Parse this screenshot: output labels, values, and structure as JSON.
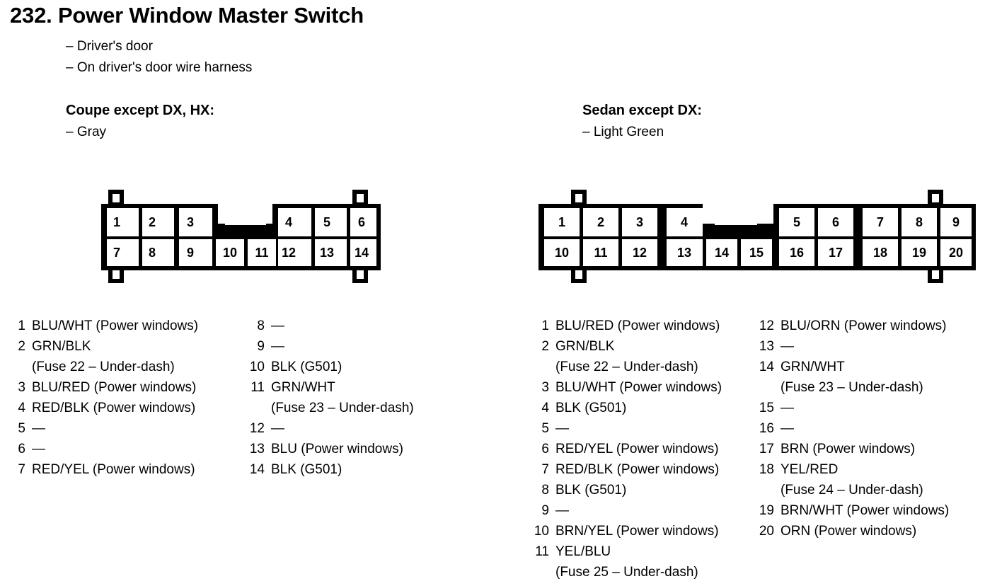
{
  "page": {
    "number": "232.",
    "title": "232.  Power Window Master Switch",
    "notes": [
      "– Driver's door",
      "– On driver's door wire harness"
    ]
  },
  "variants": {
    "coupe": {
      "title": "Coupe except DX, HX:",
      "color": "– Gray",
      "connector": {
        "pin_count": 14,
        "top_row": [
          "1",
          "2",
          "3",
          "",
          "4",
          "5",
          "6"
        ],
        "bottom_row": [
          "7",
          "8",
          "9",
          "10",
          "11",
          "12",
          "13",
          "14"
        ]
      }
    },
    "sedan": {
      "title": "Sedan except DX:",
      "color": "– Light Green",
      "connector": {
        "pin_count": 20,
        "top_row": [
          "1",
          "2",
          "3",
          "4",
          "",
          "5",
          "6",
          "7",
          "8",
          "9"
        ],
        "bottom_row": [
          "10",
          "11",
          "12",
          "13",
          "14",
          "15",
          "16",
          "17",
          "18",
          "19",
          "20"
        ]
      }
    }
  },
  "legends": {
    "coupe_col_a": [
      {
        "num": "1",
        "desc": "BLU/WHT (Power windows)"
      },
      {
        "num": "2",
        "desc": "GRN/BLK"
      },
      {
        "num": "",
        "desc": "(Fuse 22 – Under-dash)",
        "cont": true
      },
      {
        "num": "3",
        "desc": "BLU/RED (Power windows)"
      },
      {
        "num": "4",
        "desc": "RED/BLK (Power windows)"
      },
      {
        "num": "5",
        "desc": "—"
      },
      {
        "num": "6",
        "desc": "—"
      },
      {
        "num": "7",
        "desc": "RED/YEL (Power windows)"
      }
    ],
    "coupe_col_b": [
      {
        "num": "8",
        "desc": "—"
      },
      {
        "num": "9",
        "desc": "—"
      },
      {
        "num": "10",
        "desc": "BLK (G501)"
      },
      {
        "num": "11",
        "desc": "GRN/WHT"
      },
      {
        "num": "",
        "desc": "(Fuse 23 – Under-dash)",
        "cont": true
      },
      {
        "num": "12",
        "desc": "—"
      },
      {
        "num": "13",
        "desc": "BLU (Power windows)"
      },
      {
        "num": "14",
        "desc": "BLK (G501)"
      }
    ],
    "sedan_col_a": [
      {
        "num": "1",
        "desc": "BLU/RED (Power windows)"
      },
      {
        "num": "2",
        "desc": "GRN/BLK"
      },
      {
        "num": "",
        "desc": "(Fuse 22 – Under-dash)",
        "cont": true
      },
      {
        "num": "3",
        "desc": "BLU/WHT (Power windows)"
      },
      {
        "num": "4",
        "desc": "BLK (G501)"
      },
      {
        "num": "5",
        "desc": "—"
      },
      {
        "num": "6",
        "desc": "RED/YEL (Power windows)"
      },
      {
        "num": "7",
        "desc": "RED/BLK (Power windows)"
      },
      {
        "num": "8",
        "desc": "BLK (G501)"
      },
      {
        "num": "9",
        "desc": "—"
      },
      {
        "num": "10",
        "desc": "BRN/YEL (Power windows)"
      },
      {
        "num": "11",
        "desc": "YEL/BLU"
      },
      {
        "num": "",
        "desc": "(Fuse 25 – Under-dash)",
        "cont": true
      }
    ],
    "sedan_col_b": [
      {
        "num": "12",
        "desc": "BLU/ORN (Power windows)"
      },
      {
        "num": "13",
        "desc": "—"
      },
      {
        "num": "14",
        "desc": "GRN/WHT"
      },
      {
        "num": "",
        "desc": "(Fuse 23 – Under-dash)",
        "cont": true
      },
      {
        "num": "15",
        "desc": "—"
      },
      {
        "num": "16",
        "desc": "—"
      },
      {
        "num": "17",
        "desc": "BRN (Power windows)"
      },
      {
        "num": "18",
        "desc": "YEL/RED"
      },
      {
        "num": "",
        "desc": "(Fuse 24 – Under-dash)",
        "cont": true
      },
      {
        "num": "19",
        "desc": "BRN/WHT (Power windows)"
      },
      {
        "num": "20",
        "desc": "ORN (Power windows)"
      }
    ]
  },
  "colors": {
    "ink": "#000000",
    "paper": "#ffffff"
  }
}
